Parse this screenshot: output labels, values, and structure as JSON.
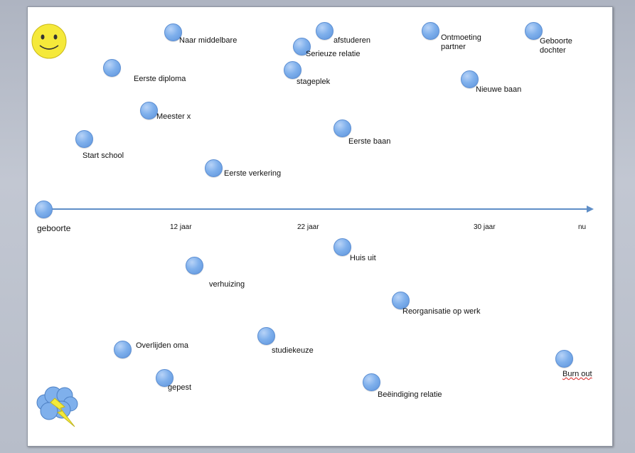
{
  "timeline": {
    "axis_labels": {
      "birth": "geboorte",
      "age12": "12 jaar",
      "age22": "22 jaar",
      "age30": "30 jaar",
      "now": "nu"
    },
    "positive_events": {
      "naar_middelbare": "Naar middelbare",
      "afstuderen": "afstuderen",
      "ontmoeting_partner": "Ontmoeting partner",
      "geboorte_dochter": "Geboorte dochter",
      "eerste_diploma": "Eerste diploma",
      "serieuze_relatie": "Serieuze relatie",
      "stageplek": "stageplek",
      "nieuwe_baan": "Nieuwe baan",
      "meester_x": "Meester x",
      "eerste_baan": "Eerste baan",
      "start_school": "Start school",
      "eerste_verkering": "Eerste verkering"
    },
    "negative_events": {
      "huis_uit": "Huis uit",
      "verhuizing": "verhuizing",
      "reorganisatie": "Reorganisatie op werk",
      "overlijden_oma": "Overlijden oma",
      "studiekeuze": "studiekeuze",
      "burn_out": "Burn out",
      "gepest": "gepest",
      "beeindiging_relatie": "Beëindiging relatie"
    },
    "icons": {
      "positive": "smiley-icon",
      "negative": "storm-cloud-icon"
    },
    "colors": {
      "dot": "#7fb0ec",
      "arrow": "#5f8ec7",
      "smiley": "#f5e93a"
    }
  }
}
